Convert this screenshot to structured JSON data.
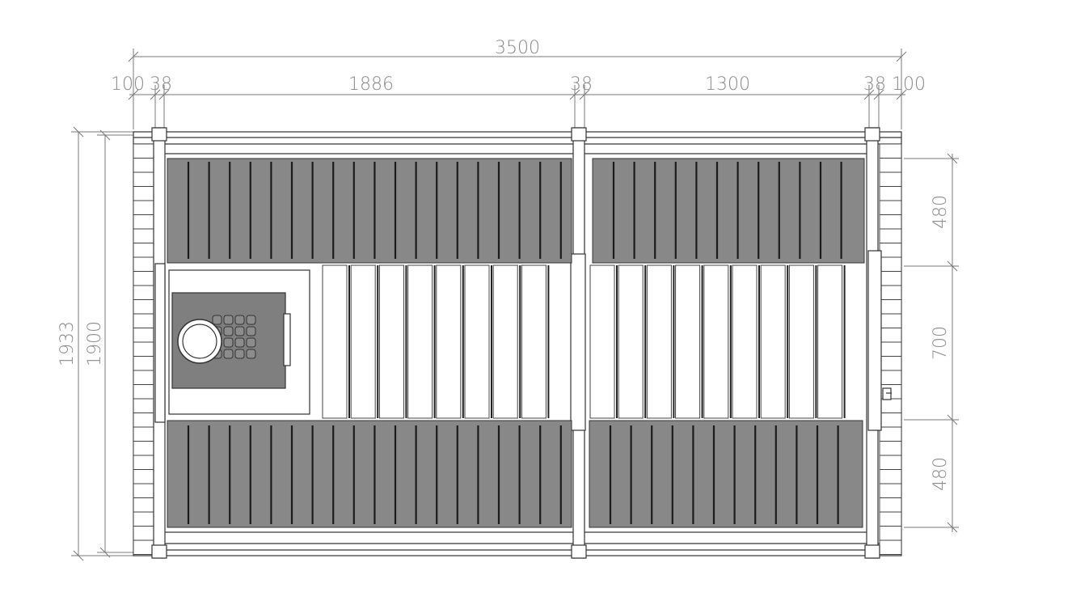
{
  "dimensions": {
    "overall_width": "3500",
    "outer_left": "100",
    "wall_left": "38",
    "room_left": "1886",
    "wall_middle": "38",
    "room_right": "1300",
    "wall_right": "38",
    "outer_right": "100",
    "overall_depth": "1933",
    "inner_depth": "1900",
    "bench_top": "480",
    "floor_middle": "700",
    "bench_bottom": "480"
  },
  "colors": {
    "bench": "#888888",
    "heater": "#7f7f7f",
    "line": "#333333",
    "dimension": "#8a8a8a"
  },
  "icons": {
    "heater": "sauna-stove-icon",
    "door_handle": "door-handle-icon"
  }
}
